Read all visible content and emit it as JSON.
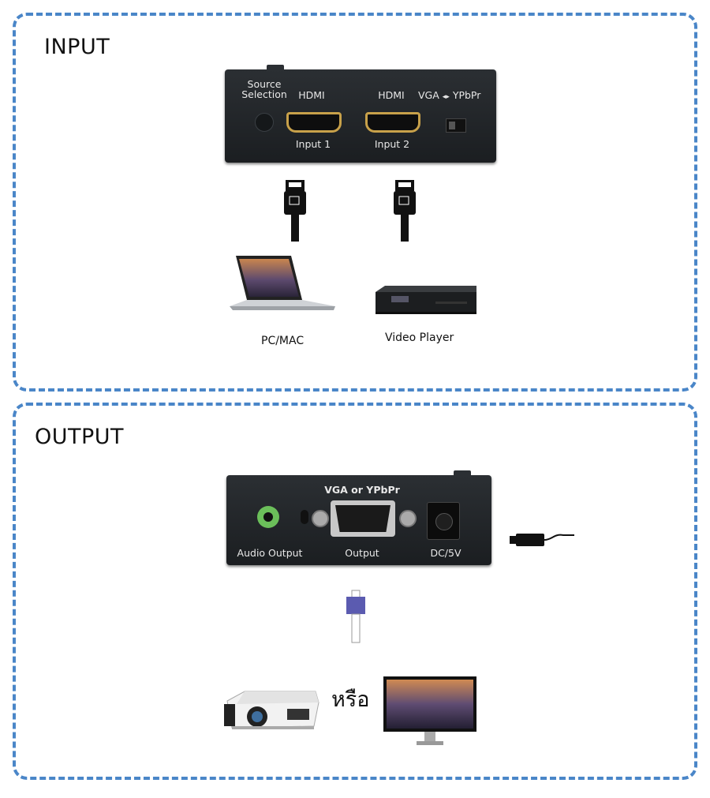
{
  "input": {
    "title": "INPUT",
    "device": {
      "source_selection_label": "Source\nSelection",
      "hdmi1_label": "HDMI",
      "hdmi2_label": "HDMI",
      "input1_label": "Input 1",
      "input2_label": "Input 2",
      "vga_label": "VGA",
      "ypbpr_label": "YPbPr"
    },
    "sources": [
      {
        "label": "PC/MAC",
        "icon": "laptop-icon"
      },
      {
        "label": "Video Player",
        "icon": "video-player-icon"
      }
    ]
  },
  "output": {
    "title": "OUTPUT",
    "device": {
      "vga_header": "VGA or YPbPr",
      "audio_label": "Audio Output",
      "output_label": "Output",
      "dc_label": "DC/5V"
    },
    "or_text": "หรือ",
    "displays": [
      {
        "icon": "projector-icon"
      },
      {
        "icon": "monitor-icon"
      }
    ]
  },
  "colors": {
    "border": "#4a86c8",
    "device_body": "#23272b",
    "hdmi_gold": "#c8a14a",
    "vga_connector": "#5b5bb0",
    "audio_green": "#6bbf5a"
  }
}
